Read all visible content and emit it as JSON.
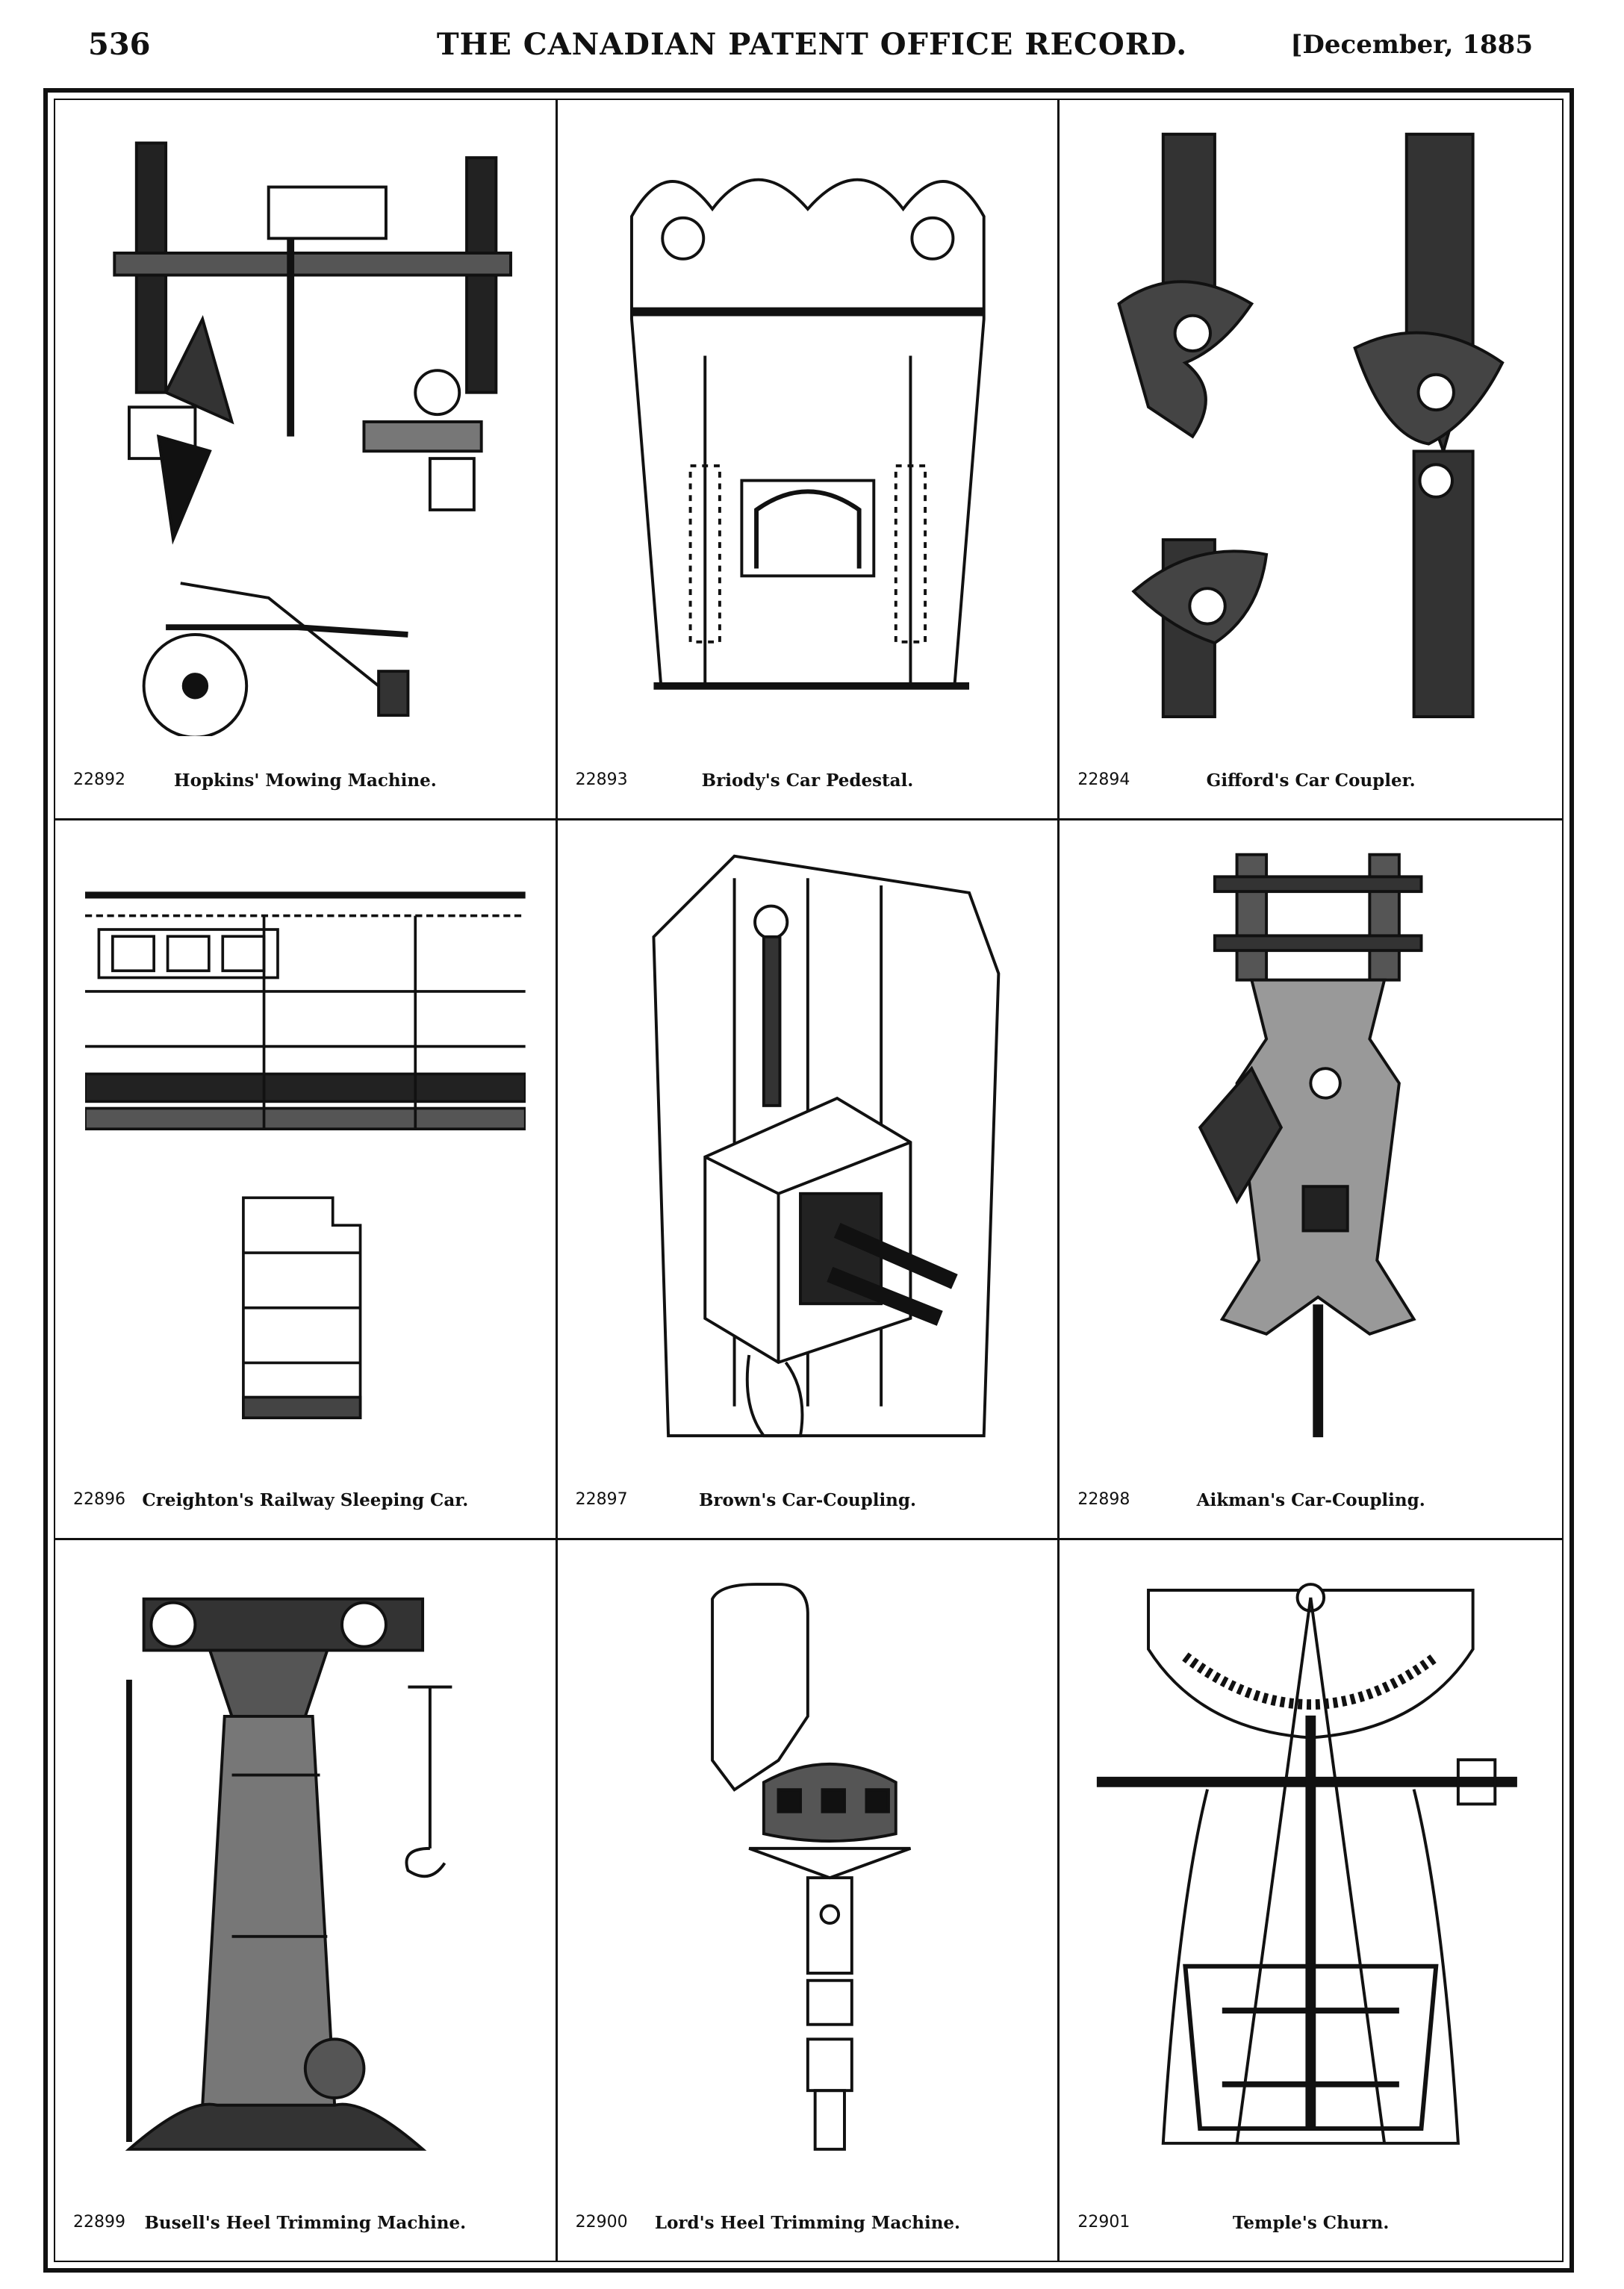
{
  "header": {
    "page_number": "536",
    "title": "THE CANADIAN PATENT OFFICE RECORD.",
    "date": "[December, 1885"
  },
  "patents": [
    {
      "number": "22892",
      "name": "Hopkins' Mowing Machine.",
      "icon": "mowing-machine-drawing"
    },
    {
      "number": "22893",
      "name": "Briody's Car Pedestal.",
      "icon": "car-pedestal-drawing"
    },
    {
      "number": "22894",
      "name": "Gifford's Car Coupler.",
      "icon": "car-coupler-drawing"
    },
    {
      "number": "22896",
      "name": "Creighton's Railway Sleeping Car.",
      "icon": "sleeping-car-drawing"
    },
    {
      "number": "22897",
      "name": "Brown's Car-Coupling.",
      "icon": "car-coupling-drawing"
    },
    {
      "number": "22898",
      "name": "Aikman's Car-Coupling.",
      "icon": "car-coupling-drawing"
    },
    {
      "number": "22899",
      "name": "Busell's Heel Trimming Machine.",
      "icon": "heel-trimming-machine-drawing"
    },
    {
      "number": "22900",
      "name": "Lord's Heel Trimming Machine.",
      "icon": "heel-trimming-machine-drawing"
    },
    {
      "number": "22901",
      "name": "Temple's Churn.",
      "icon": "churn-drawing"
    }
  ]
}
